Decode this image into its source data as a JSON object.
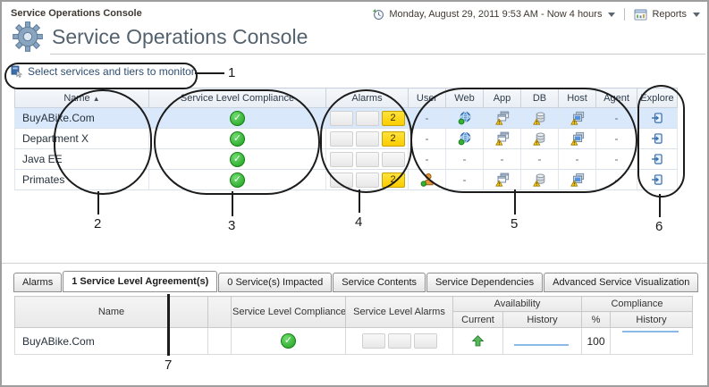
{
  "header": {
    "breadcrumb": "Service Operations Console",
    "title": "Service Operations Console",
    "time_range": "Monday, August 29, 2011 9:53 AM - Now 4 hours",
    "reports_label": "Reports"
  },
  "monitor_link": {
    "label": "Select services and tiers to monitor"
  },
  "services_table": {
    "columns": [
      "Name",
      "Service Level Compliance",
      "Alarms",
      "User",
      "Web",
      "App",
      "DB",
      "Host",
      "Agent",
      "Explore"
    ],
    "sort_icon": "▲",
    "rows": [
      {
        "name": "BuyABike.Com",
        "selected": true,
        "compliance": "ok",
        "alarms": [
          "",
          "",
          "2"
        ],
        "user": "-",
        "web": "globe-icon",
        "app": "app-warning-icon",
        "db": "db-warning-icon",
        "host": "host-warning-icon",
        "agent": "-"
      },
      {
        "name": "Department X",
        "selected": false,
        "compliance": "ok",
        "alarms": [
          "",
          "",
          "2"
        ],
        "user": "-",
        "web": "globe-icon",
        "app": "app-warning-icon",
        "db": "db-warning-icon",
        "host": "host-warning-icon",
        "agent": "-"
      },
      {
        "name": "Java EE",
        "selected": false,
        "compliance": "ok",
        "alarms": [
          "",
          "",
          ""
        ],
        "user": "-",
        "web": "-",
        "app": "-",
        "db": "-",
        "host": "-",
        "agent": "-"
      },
      {
        "name": "Primates",
        "selected": false,
        "compliance": "ok",
        "alarms": [
          "",
          "",
          "2"
        ],
        "user": "person-icon",
        "web": "-",
        "app": "app-warning-icon",
        "db": "db-warning-icon",
        "host": "host-warning-icon",
        "agent": "-"
      }
    ]
  },
  "callouts": [
    "1",
    "2",
    "3",
    "4",
    "5",
    "6",
    "7"
  ],
  "tabs": [
    {
      "label": "Alarms",
      "active": false
    },
    {
      "label": "1 Service Level Agreement(s)",
      "active": true
    },
    {
      "label": "0 Service(s) Impacted",
      "active": false
    },
    {
      "label": "Service Contents",
      "active": false
    },
    {
      "label": "Service Dependencies",
      "active": false
    },
    {
      "label": "Advanced Service Visualization",
      "active": false
    }
  ],
  "sla_table": {
    "col_name": "Name",
    "col_compliance": "Service Level Compliance",
    "sort_icon": "▼",
    "col_alarms": "Service Level Alarms",
    "group_availability": "Availability",
    "col_current": "Current",
    "col_history": "History",
    "col_pct": "%",
    "group_compliance": "Compliance",
    "col_history2": "History",
    "rows": [
      {
        "name": "BuyABike.Com",
        "compliance": "ok",
        "alarms": [
          "",
          "",
          ""
        ],
        "current": "up-arrow-icon",
        "availability_history": "flat",
        "pct": "100",
        "compliance_history": "flat"
      }
    ]
  },
  "icons": {
    "check_glyph": "✓"
  },
  "colors": {
    "selected_row": "#d9e9fb",
    "alarm_yellow": "#ffd800",
    "compliance_green": "#1ea01e",
    "explore_blue": "#3a6fae",
    "sparkline_blue": "#8cb8e8",
    "callout_black": "#1c1c1c",
    "title_gray_blue": "#53626f"
  }
}
